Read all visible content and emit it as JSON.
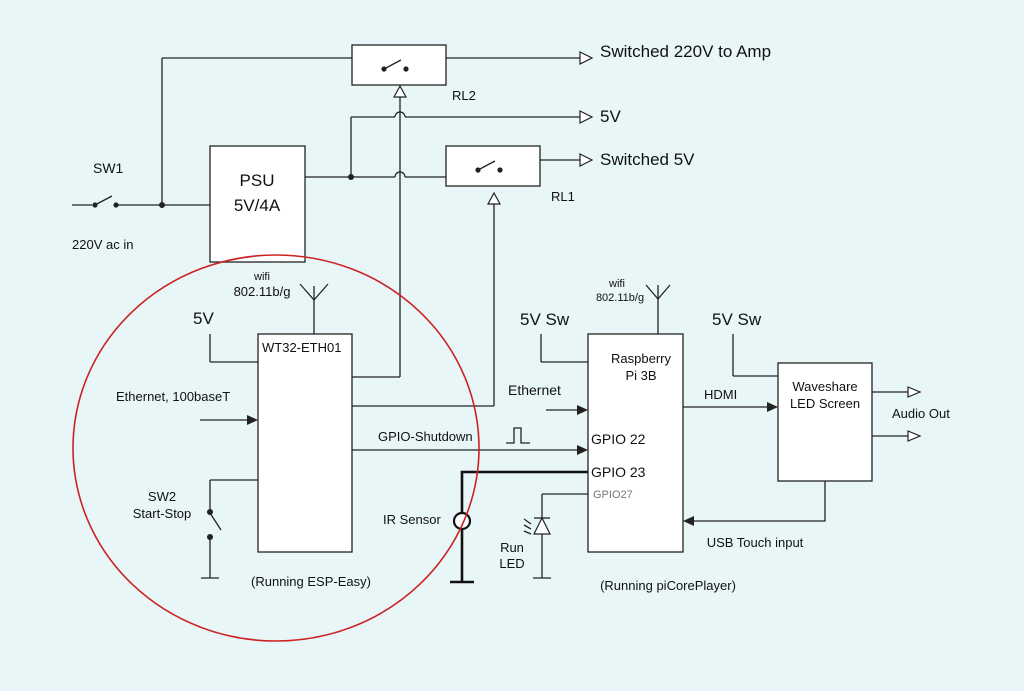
{
  "labels": {
    "sw1": "SW1",
    "ac_in": "220V ac in",
    "psu_line1": "PSU",
    "psu_line2": "5V/4A",
    "rl2": "RL2",
    "rl1": "RL1",
    "out_220": "Switched 220V to Amp",
    "out_5v": "5V",
    "out_sw5v": "Switched 5V",
    "esp_wifi_1": "wifi",
    "esp_wifi_2": "802.11b/g",
    "esp_5v": "5V",
    "esp_name": "WT32-ETH01",
    "esp_eth": "Ethernet, 100baseT",
    "sw2_line1": "SW2",
    "sw2_line2": "Start-Stop",
    "esp_running": "(Running ESP-Easy)",
    "gpio_shutdown": "GPIO-Shutdown",
    "ir_sensor": "IR Sensor",
    "run_led_1": "Run",
    "run_led_2": "LED",
    "pi_wifi_1": "wifi",
    "pi_wifi_2": "802.11b/g",
    "pi_5vsw": "5V Sw",
    "pi_name_1": "Raspberry",
    "pi_name_2": "Pi 3B",
    "pi_eth": "Ethernet",
    "gpio22": "GPIO 22",
    "gpio23": "GPIO 23",
    "gpio27": "GPIO27",
    "pi_running": "(Running piCorePlayer)",
    "hdmi": "HDMI",
    "ws_5vsw": "5V Sw",
    "ws_name_1": "Waveshare",
    "ws_name_2": "LED Screen",
    "audio_out": "Audio Out",
    "usb_touch": "USB Touch input"
  },
  "colors": {
    "background": "#e8f6f7",
    "highlight_circle": "#cc2222"
  }
}
